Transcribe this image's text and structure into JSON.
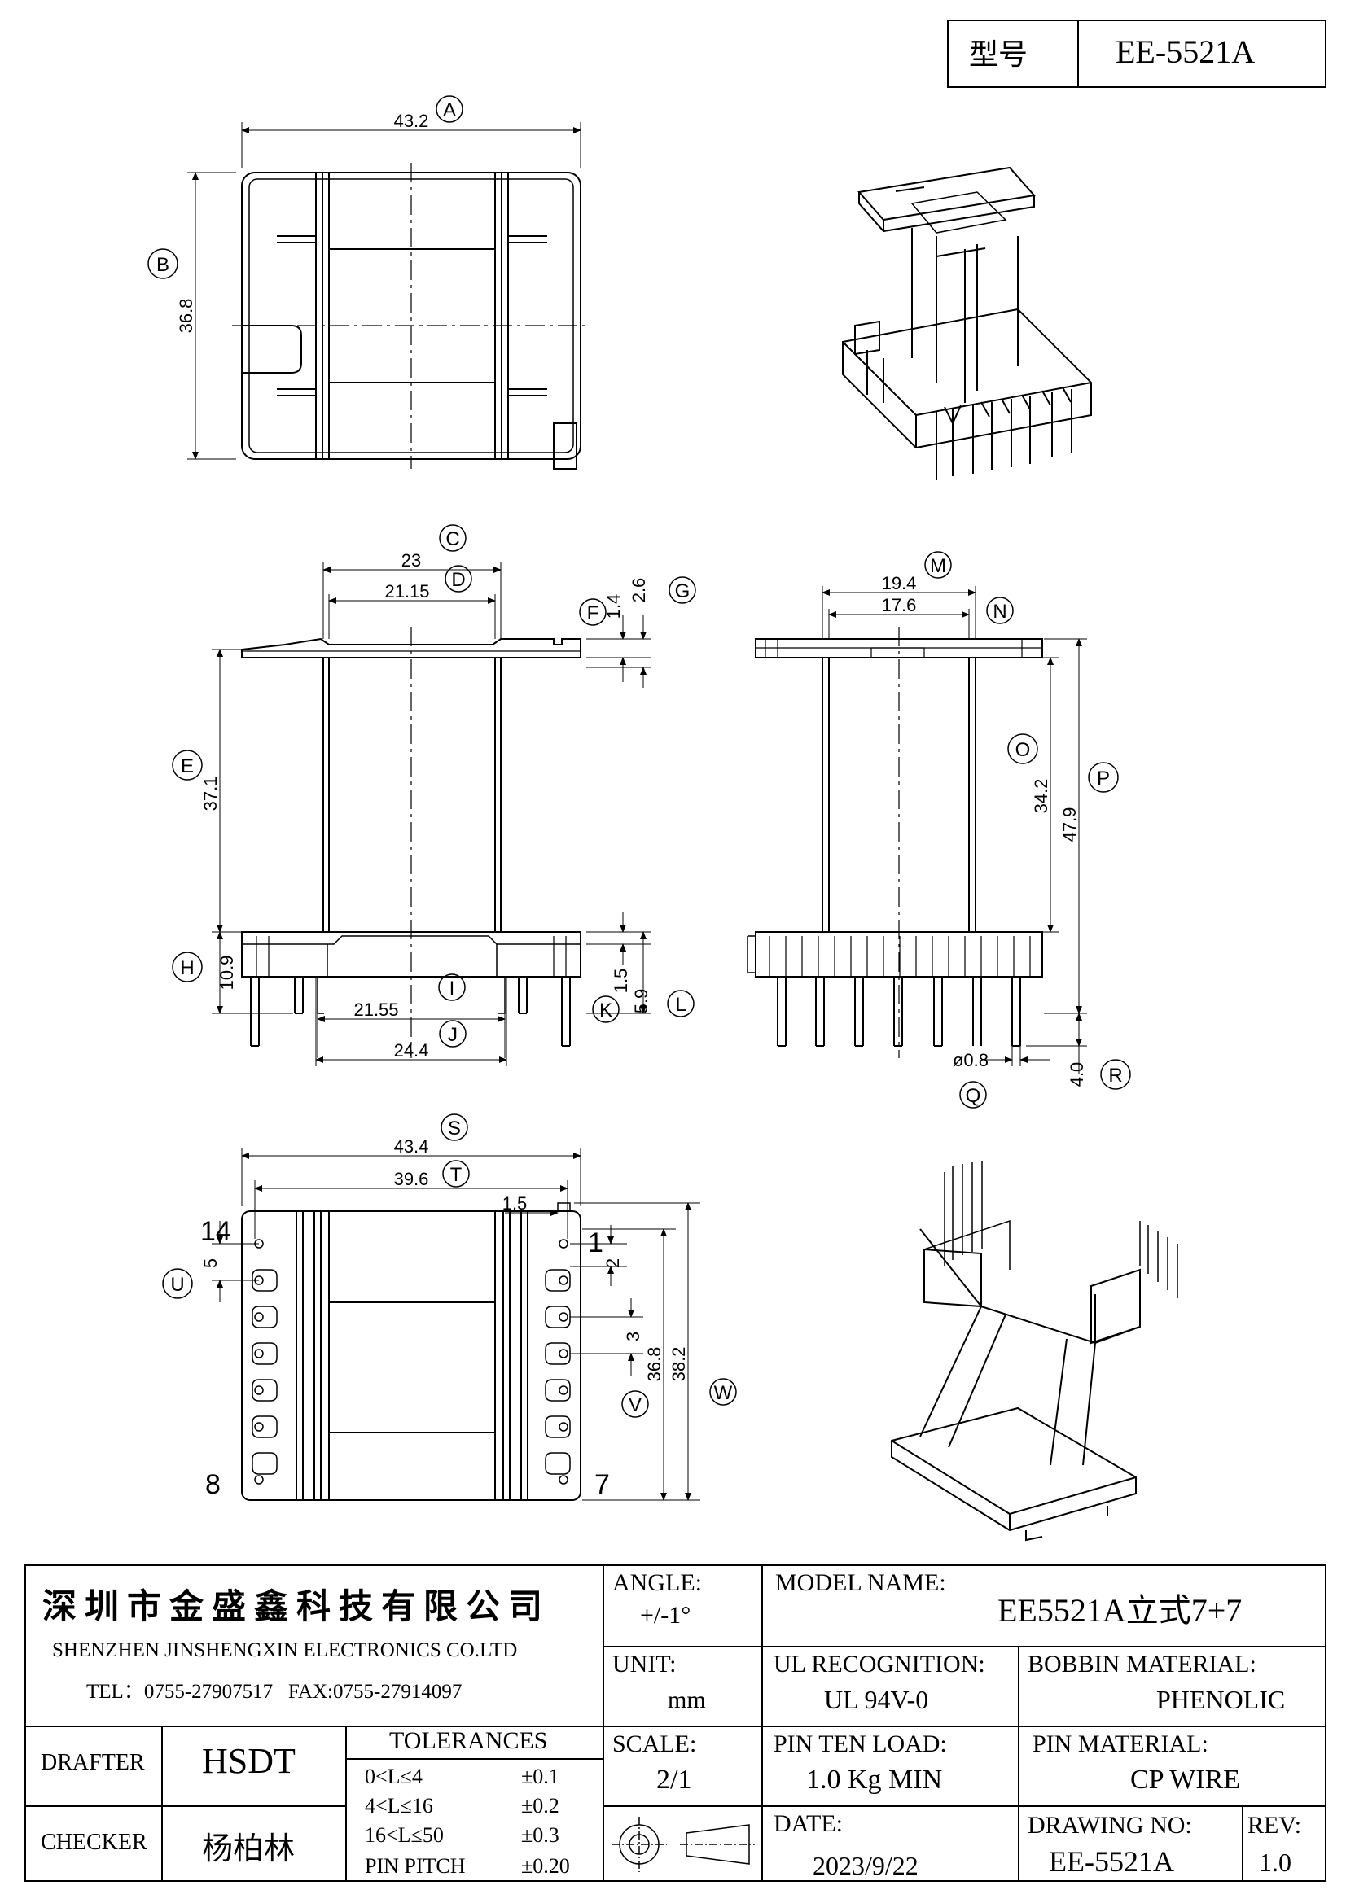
{
  "header": {
    "model_label": "型号",
    "model_value": "EE-5521A"
  },
  "dims": {
    "A": "43.2",
    "B": "36.8",
    "C": "23",
    "D": "21.15",
    "E": "37.1",
    "F": "1.4",
    "G": "2.6",
    "H": "10.9",
    "I": "21.55",
    "J": "24.4",
    "K": "1.5",
    "L": "5.9",
    "M": "19.4",
    "N": "17.6",
    "O": "34.2",
    "P": "47.9",
    "Q": "ø0.8",
    "R": "4.0",
    "S": "43.4",
    "T": "39.6",
    "U": "5",
    "V": "36.8",
    "W": "38.2",
    "tab": "1.5",
    "pitch_a": "2",
    "pitch_b": "3"
  },
  "bubbles": [
    "A",
    "B",
    "C",
    "D",
    "E",
    "F",
    "G",
    "H",
    "I",
    "J",
    "K",
    "L",
    "M",
    "N",
    "O",
    "P",
    "Q",
    "R",
    "S",
    "T",
    "U",
    "V",
    "W"
  ],
  "pins": {
    "p14": "14",
    "p1": "1",
    "p8": "8",
    "p7": "7"
  },
  "title_block": {
    "company_cn": "深圳市金盛鑫科技有限公司",
    "company_en": "SHENZHEN JINSHENGXIN ELECTRONICS CO.LTD",
    "contact": "TEL：0755-27907517   FAX:0755-27914097",
    "angle_label": "ANGLE:",
    "angle_value": "+/-1°",
    "model_name_label": "MODEL NAME:",
    "model_name_value": "EE5521A立式7+7",
    "unit_label": "UNIT:",
    "unit_value": "mm",
    "ul_label": "UL RECOGNITION:",
    "ul_value": "UL 94V-0",
    "bobbin_label": "BOBBIN MATERIAL:",
    "bobbin_value": "PHENOLIC",
    "drafter_label": "DRAFTER",
    "drafter_value": "HSDT",
    "checker_label": "CHECKER",
    "checker_value": "杨柏林",
    "tolerances_label": "TOLERANCES",
    "tolerances": [
      {
        "range": "0<L≤4",
        "value": "±0.1"
      },
      {
        "range": "4<L≤16",
        "value": "±0.2"
      },
      {
        "range": "16<L≤50",
        "value": "±0.3"
      },
      {
        "range": "PIN PITCH",
        "value": "±0.20"
      }
    ],
    "scale_label": "SCALE:",
    "scale_value": "2/1",
    "pin_load_label": "PIN TEN LOAD:",
    "pin_load_value": "1.0 Kg MIN",
    "pin_material_label": "PIN MATERIAL:",
    "pin_material_value": "CP WIRE",
    "date_label": "DATE:",
    "date_value": "2023/9/22",
    "drawing_no_label": "DRAWING NO:",
    "drawing_no_value": "EE-5521A",
    "rev_label": "REV:",
    "rev_value": "1.0"
  }
}
